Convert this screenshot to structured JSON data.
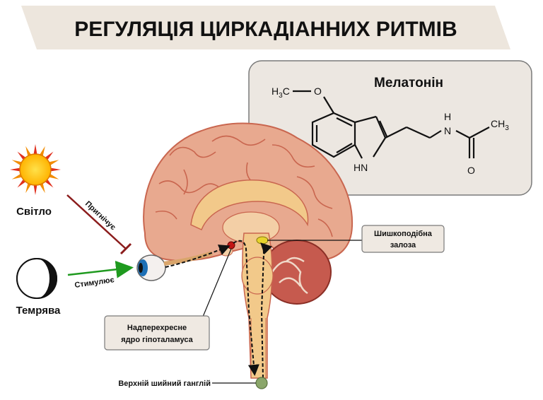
{
  "title": "РЕГУЛЯЦІЯ ЦИРКАДІАННИХ РИТМІВ",
  "light": {
    "label": "Світло",
    "action": "Пригнічує"
  },
  "dark": {
    "label": "Темрява",
    "action": "Стимулює"
  },
  "melatonin": {
    "label": "Мелатонін",
    "atoms": {
      "ch3_left_h": "H",
      "ch3_left_sub": "3",
      "ch3_left_c": "C",
      "o_ether": "O",
      "n_amide": "N",
      "h_amide": "H",
      "ch3_right": "CH",
      "ch3_right_sub": "3",
      "o_carbonyl": "O",
      "hn": "HN"
    }
  },
  "labels": {
    "pineal": [
      "Шишкоподібна",
      "залоза"
    ],
    "scn": [
      "Надперехресне",
      "ядро гіпоталамуса"
    ],
    "ganglion": "Верхній шийний ганглій"
  },
  "colors": {
    "title_bg": "#ede6dd",
    "panel_bg": "#ece7e1",
    "brain": "#e8a98f",
    "brain_line": "#c9664f",
    "inhibit": "#8b1c1c",
    "stimulate": "#1f9a1f",
    "ganglion": "#8aa66a",
    "label_bg": "#efe9e2"
  }
}
